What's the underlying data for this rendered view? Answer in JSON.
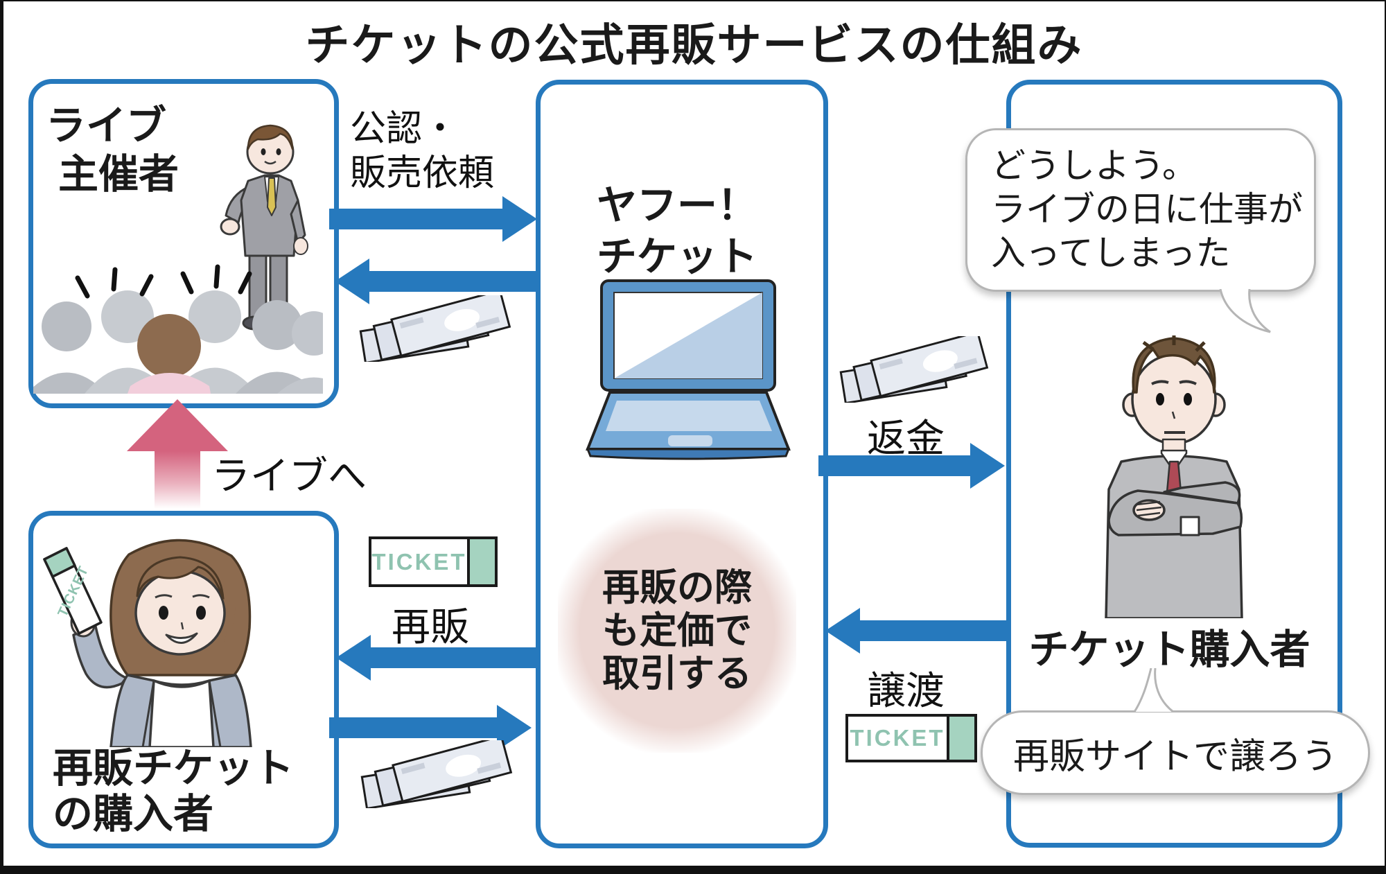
{
  "title": "チケットの公式再販サービスの仕組み",
  "organizer_box": {
    "label_line1": "ライブ",
    "label_line2": "主催者"
  },
  "resale_buyer_box": {
    "label_line1": "再販チケット",
    "label_line2": "の購入者"
  },
  "service_box": {
    "name_line1": "ヤフー！",
    "name_line2": "チケット",
    "note_line1": "再販の際",
    "note_line2": "も定価で",
    "note_line3": "取引する"
  },
  "buyer_box": {
    "label": "チケット購入者",
    "bubble_worry_line1": "どうしよう。",
    "bubble_worry_line2": "ライブの日に仕事が",
    "bubble_worry_line3": "入ってしまった",
    "bubble_resolve": "再販サイトで譲ろう"
  },
  "flows": {
    "authorize_line1": "公認・",
    "authorize_line2": "販売依頼",
    "to_live": "ライブへ",
    "resale": "再販",
    "refund": "返金",
    "transfer": "譲渡"
  },
  "ticket_label": "TICKET",
  "colors": {
    "accent_blue": "#2679bd",
    "arrow_pink": "#d4637e",
    "note_pink": "#ecd7d3",
    "ticket_teal": "#a5d3c0",
    "bubble_border": "#b5b5b5"
  }
}
